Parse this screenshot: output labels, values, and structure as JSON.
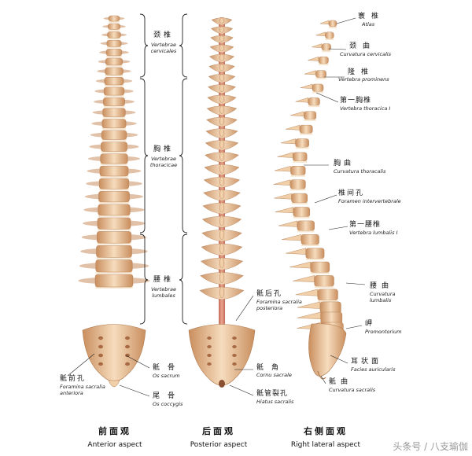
{
  "views": {
    "anterior": {
      "zh": "前面观",
      "en": "Anterior aspect"
    },
    "posterior": {
      "zh": "后面观",
      "en": "Posterior aspect"
    },
    "lateral": {
      "zh": "右侧面观",
      "en": "Right lateral aspect"
    }
  },
  "regions": {
    "cervical": {
      "zh": "颈椎",
      "la1": "Vertebrae",
      "la2": "cervicales"
    },
    "thoracic": {
      "zh": "胸椎",
      "la1": "Vertebrae",
      "la2": "thoracicae"
    },
    "lumbar": {
      "zh": "腰椎",
      "la1": "Vertebrae",
      "la2": "lumbales"
    }
  },
  "anterior_labels": {
    "foramina": {
      "zh": "骶前孔",
      "la1": "Foramina sacralia",
      "la2": "anteriora"
    },
    "sacrum": {
      "zh": "骶骨",
      "la": "Os sacrum"
    },
    "coccyx": {
      "zh": "尾骨",
      "la": "Os coccygis"
    }
  },
  "posterior_labels": {
    "foramina": {
      "zh": "骶后孔",
      "la1": "Foramina sacralia",
      "la2": "posteriora"
    },
    "cornu": {
      "zh": "骶角",
      "la": "Cornu sacrale"
    },
    "hiatus": {
      "zh": "骶管裂孔",
      "la": "Hiatus sacralis"
    }
  },
  "lateral_labels": {
    "atlas": {
      "zh": "寰椎",
      "la": "Atlas"
    },
    "cerv_curve": {
      "zh": "颈曲",
      "la": "Curvatura cervicalis"
    },
    "prominens": {
      "zh": "隆椎",
      "la": "Vertebra prominens"
    },
    "thor1": {
      "zh": "第一胸椎",
      "la": "Vertebra thoracica I"
    },
    "thor_curve": {
      "zh": "胸曲",
      "la": "Curvatura thoracalis"
    },
    "interv": {
      "zh": "椎间孔",
      "la": "Foramen intervertebrale"
    },
    "lumb1": {
      "zh": "第一腰椎",
      "la": "Vertebra lumbalis I"
    },
    "lumb_curve": {
      "zh": "腰曲",
      "la1": "Curvatura",
      "la2": "lumbalis"
    },
    "promont": {
      "zh": "岬",
      "la": "Promontorium"
    },
    "auric": {
      "zh": "耳状面",
      "la": "Facies auricularis"
    },
    "sacr_curve": {
      "zh": "骶曲",
      "la": "Curvatura sacralis"
    }
  },
  "watermark": "头条号 / 八支瑜伽",
  "colors": {
    "bone": "#f1cfa8",
    "bone_dark": "#c98e5e",
    "disc": "#f7e6d0",
    "cord": "#d9826f"
  }
}
